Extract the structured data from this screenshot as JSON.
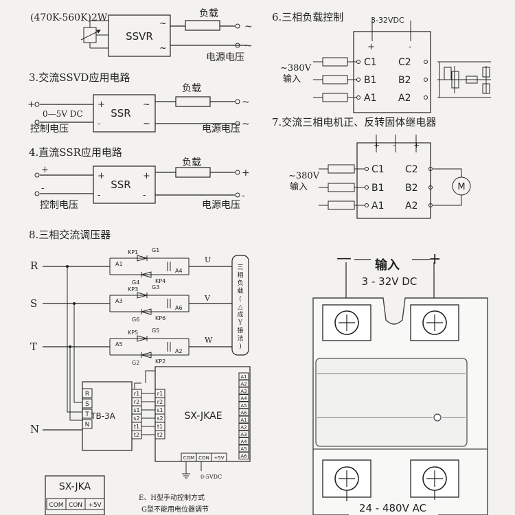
{
  "top_partial": {
    "label": "(470K-560K)2W",
    "ssvr": "SSVR",
    "load": "负载",
    "supply": "电源电压",
    "tilde": "~"
  },
  "sec3": {
    "title": "3.交流SSVD应用电路",
    "load": "负载",
    "ctrl_range": "0—5V DC",
    "ctrl": "控制电压",
    "ssr": "SSR",
    "supply": "电源电压",
    "plus": "+",
    "minus": "-",
    "tilde": "~"
  },
  "sec4": {
    "title": "4.直流SSR应用电路",
    "load": "负载",
    "ctrl": "控制电压",
    "ssr": "SSR",
    "supply": "电源电压",
    "plus": "+",
    "minus": "-"
  },
  "sec6": {
    "title": "6.三相负载控制",
    "voltage": "3-32VDC",
    "input_v": "~380V",
    "input": "输入",
    "left_pins": [
      "C1",
      "B1",
      "A1"
    ],
    "right_pins": [
      "C2",
      "B2",
      "A2"
    ],
    "plus": "+",
    "minus": "-"
  },
  "sec7": {
    "title": "7.交流三相电机正、反转固体继电器",
    "input_v": "~380V",
    "input": "输入",
    "left_pins": [
      "C1",
      "B1",
      "A1"
    ],
    "right_pins": [
      "C2",
      "B2",
      "A2"
    ],
    "motor": "M"
  },
  "sec8": {
    "title": "8.三相交流调压器",
    "phases": [
      "R",
      "S",
      "T",
      "N"
    ],
    "outputs": [
      "U",
      "V",
      "W"
    ],
    "load_text": [
      "三",
      "相",
      "负",
      "载",
      "(",
      "△",
      "成",
      "Y",
      "接",
      "法",
      ")"
    ],
    "kp_top": [
      "KP1",
      "KP3",
      "KP5"
    ],
    "g_top": [
      "G1",
      "G3",
      "G5"
    ],
    "a_left": [
      "A1",
      "A3",
      "A5"
    ],
    "a_right": [
      "A4",
      "A6",
      "A2"
    ],
    "g_bottom": [
      "G4",
      "G6",
      "G2"
    ],
    "kp_bottom": [
      "KP4",
      "KP6",
      "KP2"
    ],
    "tb": "TB-3A",
    "tb_pins": [
      "R",
      "S",
      "T",
      "N"
    ],
    "mid_pins": [
      "r1",
      "r2",
      "s1",
      "s2",
      "t1",
      "t2"
    ],
    "jk": "SX-JKAE",
    "jk_pins": [
      "r1",
      "r2",
      "s1",
      "s2",
      "t1",
      "t2"
    ],
    "right_pins": [
      "A1",
      "A2",
      "A3",
      "A4",
      "A5",
      "A6",
      "A1",
      "A2",
      "A3",
      "A4",
      "A5",
      "A6"
    ],
    "bottom_pins": [
      "COM",
      "CON",
      "+5V"
    ],
    "bottom_v": "0-5VDC",
    "jka": "SX-JKA",
    "jka_pins": [
      "COM",
      "CON",
      "+5V"
    ],
    "note1": "E、H型手动控制方式",
    "note2": "G型不能用电位器调节"
  },
  "photo": {
    "minus": "—",
    "plus": "+",
    "input": "输入",
    "input_v": "3 - 32V DC",
    "output_v": "24 - 480V AC"
  }
}
